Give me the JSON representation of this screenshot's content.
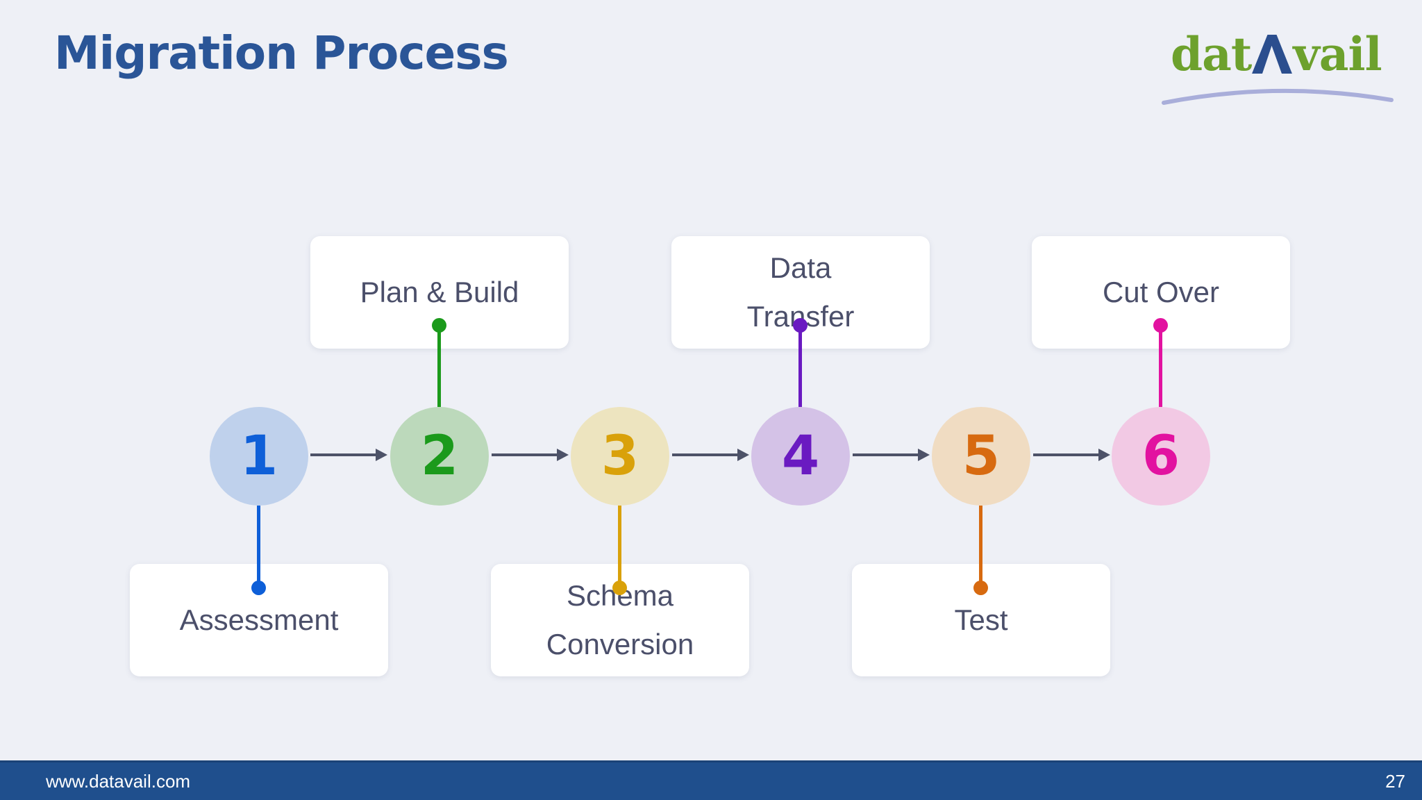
{
  "slide": {
    "title": "Migration Process",
    "footer_url": "www.datavail.com",
    "page_number": "27"
  },
  "logo": {
    "text_before": "dat",
    "stylized_letter": "A",
    "text_after": "vail",
    "green": "#6DA12D",
    "blue": "#2B4E8E",
    "swoosh": "#A9AEDA"
  },
  "colors": {
    "background": "#EEF0F6",
    "title": "#2A5597",
    "label_text": "#4B4F6A",
    "arrow": "#4D5268",
    "card_bg": "#FFFFFF",
    "footer_bar": "#1F4F8D"
  },
  "steps": [
    {
      "number": "1",
      "label": "Assessment",
      "label_lines": [
        "Assessment"
      ],
      "position": "bottom",
      "accent": "#0E5FD8",
      "circle_fill": "#BFD1EC"
    },
    {
      "number": "2",
      "label": "Plan & Build",
      "label_lines": [
        "Plan & Build"
      ],
      "position": "top",
      "accent": "#1B9A1B",
      "circle_fill": "#BCD9BB"
    },
    {
      "number": "3",
      "label": "Schema Conversion",
      "label_lines": [
        "Schema",
        "Conversion"
      ],
      "position": "bottom",
      "accent": "#D9A10A",
      "circle_fill": "#EDE4BF"
    },
    {
      "number": "4",
      "label": "Data Transfer",
      "label_lines": [
        "Data",
        "Transfer"
      ],
      "position": "top",
      "accent": "#6A1AC1",
      "circle_fill": "#D4C2E7"
    },
    {
      "number": "5",
      "label": "Test",
      "label_lines": [
        "Test"
      ],
      "position": "bottom",
      "accent": "#D76A10",
      "circle_fill": "#F0DCC2"
    },
    {
      "number": "6",
      "label": "Cut Over",
      "label_lines": [
        "Cut Over"
      ],
      "position": "top",
      "accent": "#E212A0",
      "circle_fill": "#F2C9E4"
    }
  ]
}
